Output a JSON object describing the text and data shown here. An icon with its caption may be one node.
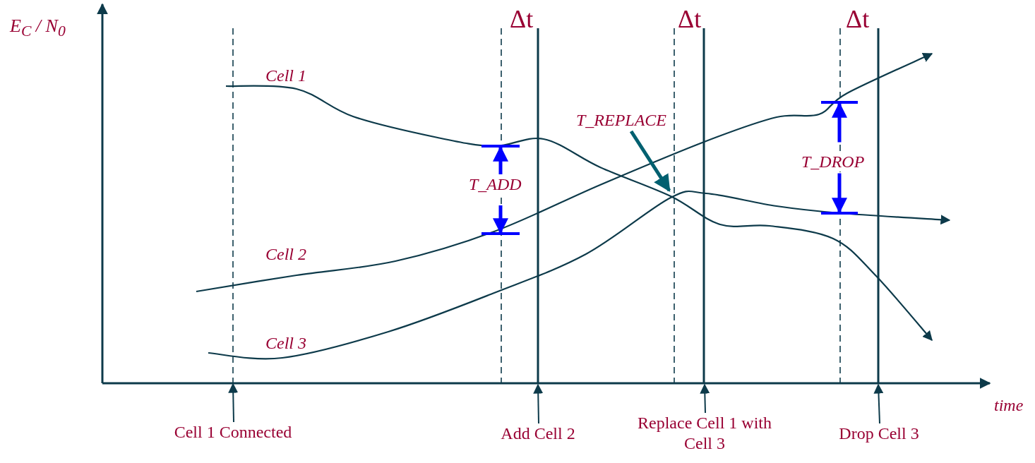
{
  "diagram": {
    "nodes": [
      {
        "text": [
          "T_REPLACE"
        ]
      },
      {
        "text": [
          "Cell 1 Connected"
        ]
      },
      {
        "text": [
          "Add Cell 2"
        ]
      },
      {
        "text": [
          "Replace Cell 1 with Cell 3"
        ]
      },
      {
        "text": [
          "Drop Cell 3"
        ]
      }
    ],
    "edges": [
      {
        "from": 0,
        "to": null,
        "arrow": "to",
        "style": "thick",
        "color": "#006070"
      },
      {
        "from": 1,
        "to": null,
        "arrow": "to"
      },
      {
        "from": 2,
        "to": null,
        "arrow": "to"
      },
      {
        "from": 3,
        "to": null,
        "arrow": "to"
      },
      {
        "from": 4,
        "to": null,
        "arrow": "to"
      }
    ],
    "labels": [
      "E$_{C}$ / N$_{0}$",
      "Δt",
      "Δt",
      "Δt",
      "Cell 1",
      "T_ADD",
      "T_DROP",
      "Cell 2",
      "Cell 3",
      "time"
    ]
  }
}
